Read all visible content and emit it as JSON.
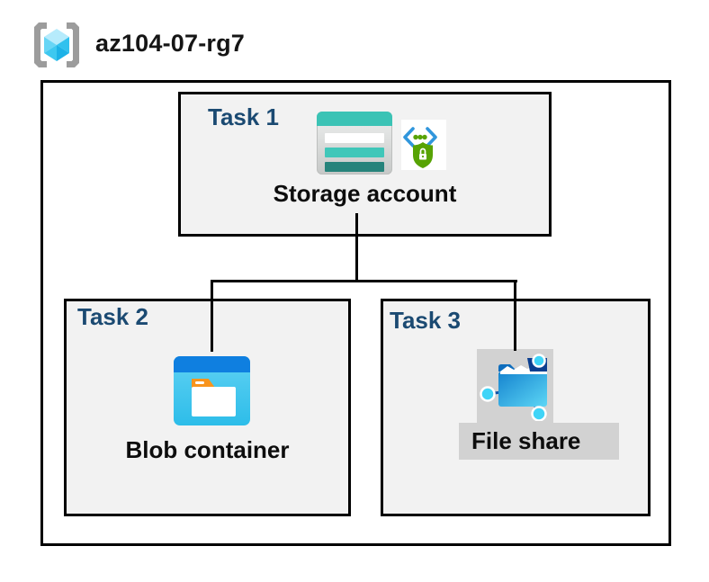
{
  "header": {
    "resource_group_icon": "resource-group-icon",
    "resource_group_name": "az104-07-rg7"
  },
  "resource_group_box": {
    "tasks": {
      "task1": {
        "label": "Task 1",
        "item_label": "Storage account",
        "icons": [
          "storage-account-icon",
          "shared-access-signature-icon"
        ]
      },
      "task2": {
        "label": "Task 2",
        "item_label": "Blob container",
        "icons": [
          "blob-container-icon"
        ]
      },
      "task3": {
        "label": "Task 3",
        "item_label": "File share",
        "icons": [
          "file-share-icon"
        ]
      }
    },
    "connections": [
      "Storage account -> Blob container",
      "Storage account -> File share"
    ]
  },
  "colors": {
    "task_label_navy": "#1b4a72",
    "box_fill_gray": "#f2f2f2",
    "box_border": "#000000",
    "connector": "#000000",
    "selection_gray": "#d2d2d2",
    "storage_teal": "#3bc3b5",
    "storage_teal_dark": "#26837b",
    "blob_header_blue": "#0f7fe0",
    "blob_body_cyan": "#3ec7ee",
    "blob_tab_orange": "#f8941d",
    "file_share_navy": "#0a3e8f",
    "file_share_cyan_node": "#3fd4f7",
    "sas_shield_green": "#57a304",
    "sas_chevron_blue": "#3096dc",
    "rg_bracket_gray": "#9c9c9c",
    "rg_cube_cyan": "#3ec8f0"
  }
}
